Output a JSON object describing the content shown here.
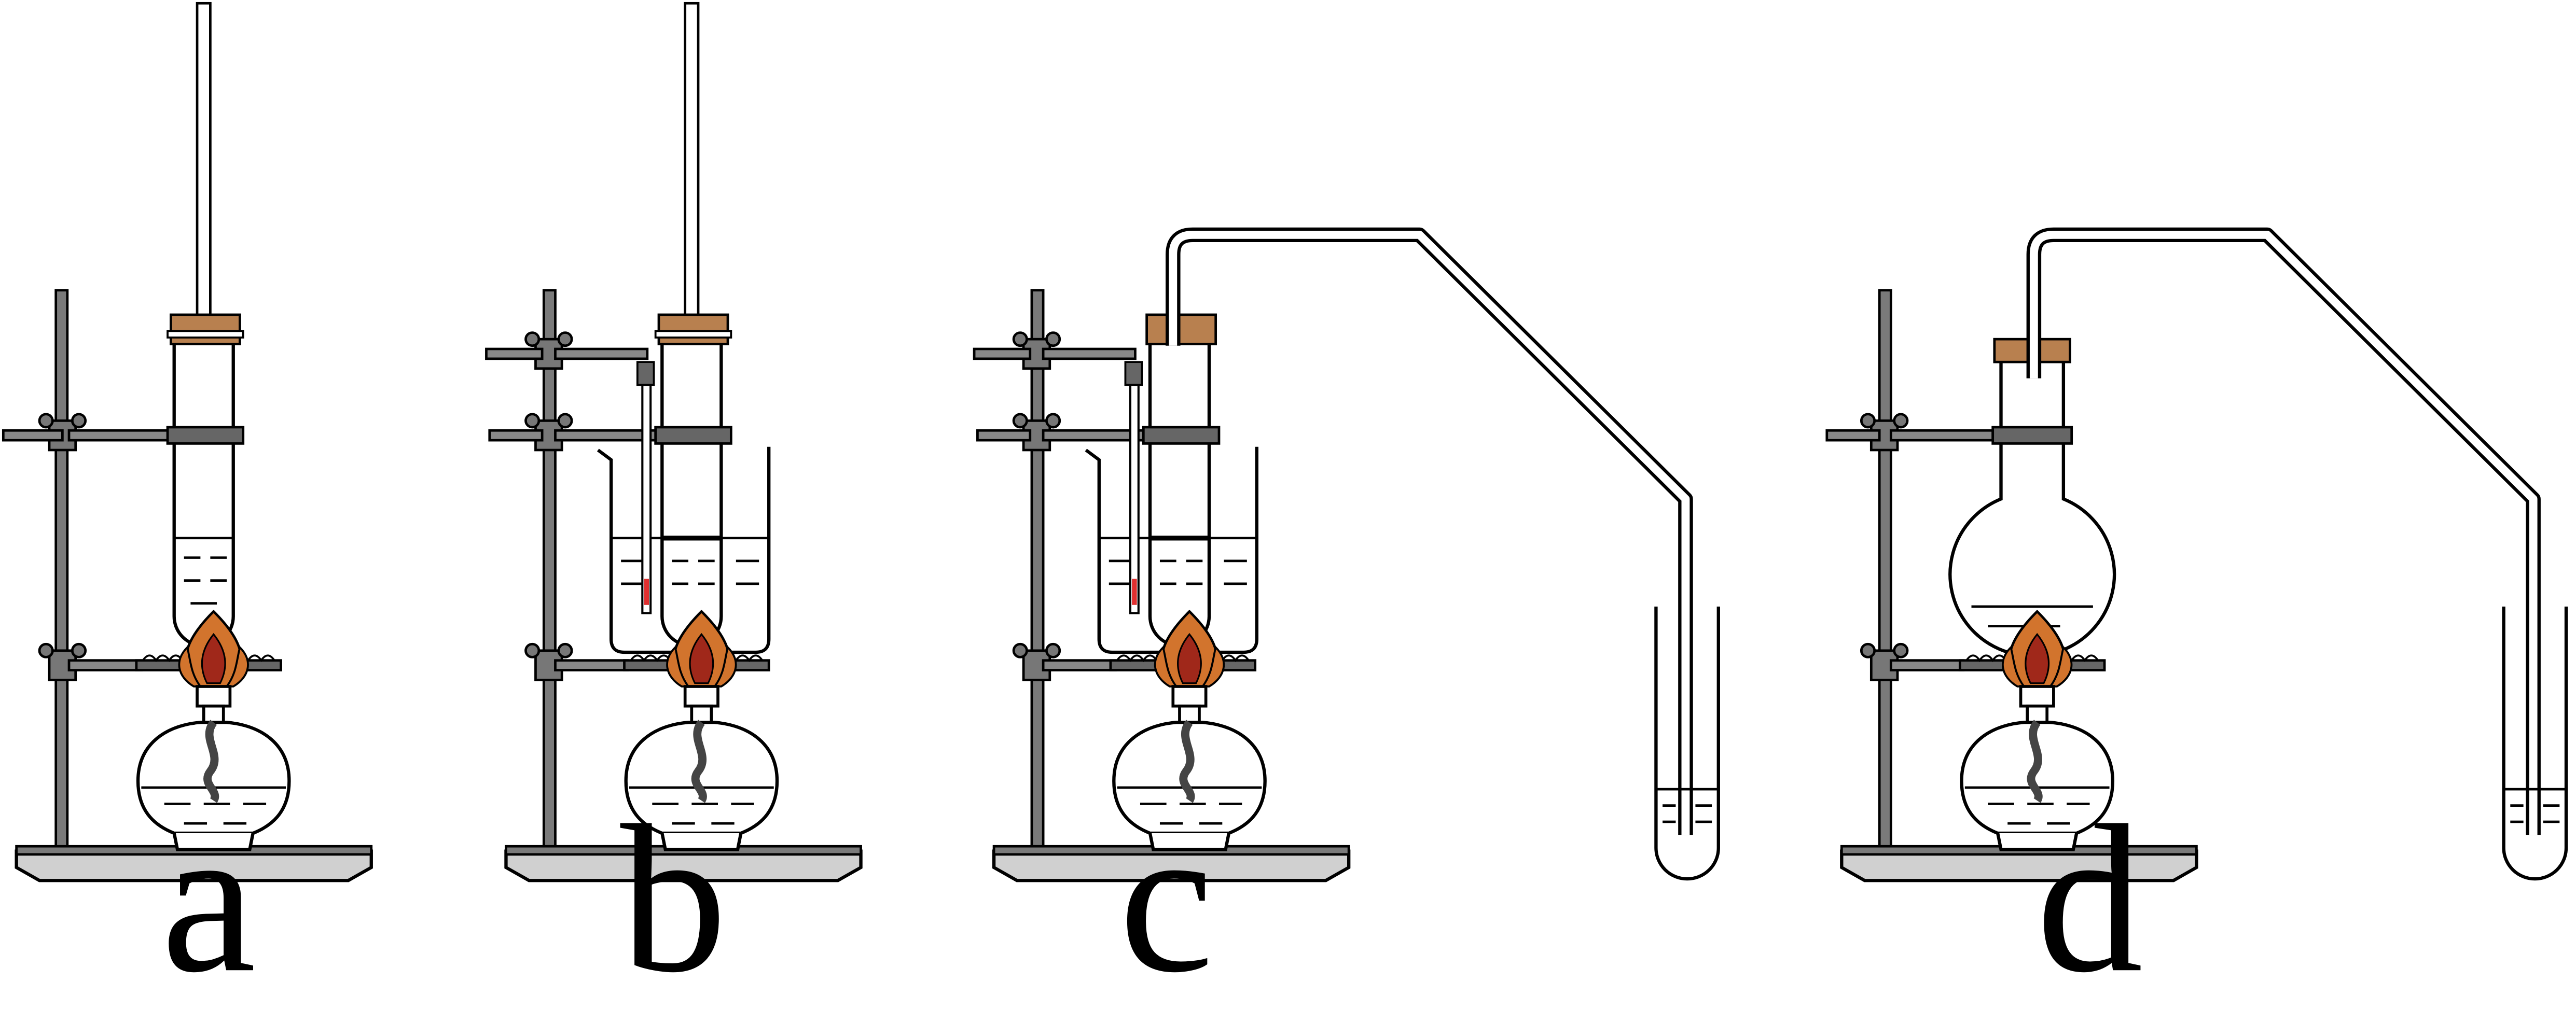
{
  "figure": {
    "labels": {
      "a": "a",
      "b": "b",
      "c": "c",
      "d": "d"
    },
    "colors": {
      "outline": "#000000",
      "stand_metal": "#7a7a7a",
      "stand_dark": "#555555",
      "base_fill": "#c8c8c8",
      "stopper": "#b8804f",
      "flame_outer": "#d2742d",
      "flame_inner": "#a0281a",
      "thermometer_bulb": "#e03030",
      "wick": "#444444"
    },
    "icons": {
      "stand": "iron-stand-icon",
      "burner": "alcohol-lamp-icon",
      "tube": "test-tube-icon",
      "beaker": "beaker-icon",
      "flask": "round-bottom-flask-icon",
      "thermometer": "thermometer-icon",
      "gauze": "wire-gauze-icon"
    }
  }
}
